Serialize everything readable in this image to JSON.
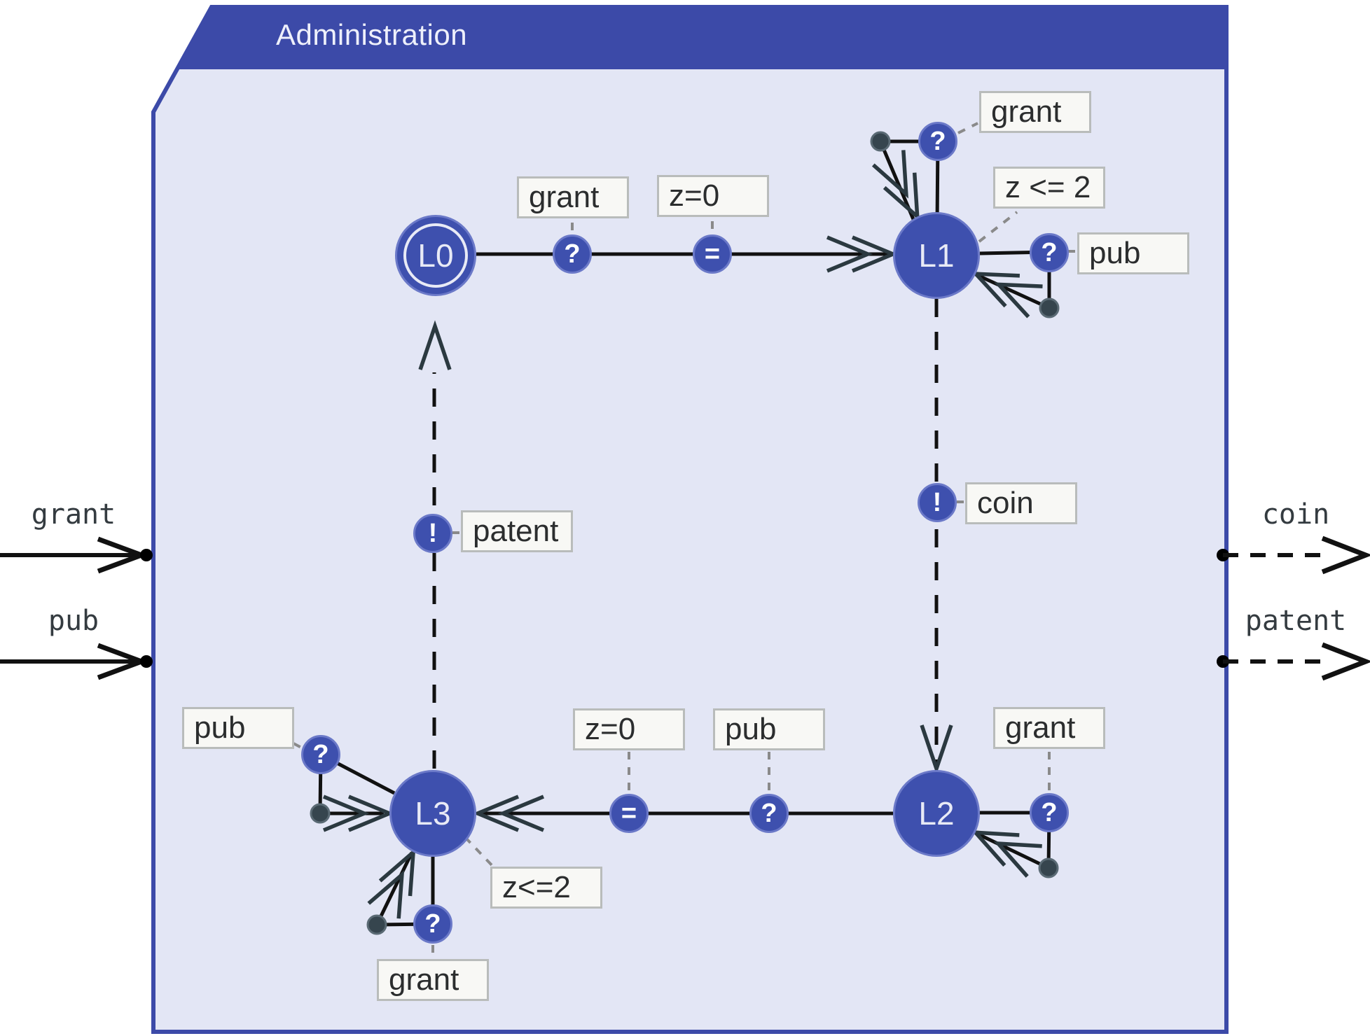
{
  "title": "Administration",
  "colors": {
    "titlebar": "#3c4aa8",
    "panel_bg": "#e3e6f5",
    "node_fill": "#3e50ae",
    "node_border": "#6b79c8",
    "label_box_bg": "#f8f8f5",
    "label_box_border": "#b9bcbb",
    "edge_line": "#111111",
    "arrowhead": "#2b3940",
    "handle_dot": "#36454e",
    "connector_dash": "#8a8a8a",
    "port_text": "#343b40"
  },
  "nodes": [
    {
      "id": "L0",
      "label": "L0",
      "initial": true
    },
    {
      "id": "L1",
      "label": "L1",
      "invariant": "z <= 2"
    },
    {
      "id": "L2",
      "label": "L2"
    },
    {
      "id": "L3",
      "label": "L3",
      "invariant": "z<=2"
    }
  ],
  "symbols": [
    {
      "glyph": "?"
    },
    {
      "glyph": "="
    },
    {
      "glyph": "?"
    },
    {
      "glyph": "?"
    },
    {
      "glyph": "!"
    },
    {
      "glyph": "!"
    },
    {
      "glyph": "="
    },
    {
      "glyph": "?"
    },
    {
      "glyph": "?"
    },
    {
      "glyph": "?"
    },
    {
      "glyph": "?"
    }
  ],
  "labels": [
    {
      "text": "grant"
    },
    {
      "text": "z=0"
    },
    {
      "text": "grant"
    },
    {
      "text": "z <= 2"
    },
    {
      "text": "pub"
    },
    {
      "text": "coin"
    },
    {
      "text": "patent"
    },
    {
      "text": "pub"
    },
    {
      "text": "z<=2"
    },
    {
      "text": "grant"
    },
    {
      "text": "z=0"
    },
    {
      "text": "pub"
    },
    {
      "text": "grant"
    }
  ],
  "ports": {
    "left": [
      {
        "name": "grant",
        "direction": "input"
      },
      {
        "name": "pub",
        "direction": "input"
      }
    ],
    "right": [
      {
        "name": "coin",
        "direction": "output"
      },
      {
        "name": "patent",
        "direction": "output"
      }
    ]
  },
  "edges": [
    {
      "from": "L0",
      "to": "L1",
      "sync": "grant?",
      "update": "z=0",
      "style": "solid"
    },
    {
      "from": "L1",
      "to": "L1",
      "sync": "grant?",
      "style": "self-loop"
    },
    {
      "from": "L1",
      "to": "L1",
      "sync": "pub?",
      "style": "self-loop"
    },
    {
      "from": "L1",
      "to": "L2",
      "sync": "coin!",
      "style": "dashed"
    },
    {
      "from": "L2",
      "to": "L3",
      "update": "z=0",
      "sync": "pub?",
      "style": "solid"
    },
    {
      "from": "L2",
      "to": "L2",
      "sync": "grant?",
      "style": "self-loop"
    },
    {
      "from": "L3",
      "to": "L3",
      "sync": "pub?",
      "style": "self-loop"
    },
    {
      "from": "L3",
      "to": "L3",
      "sync": "grant?",
      "style": "self-loop"
    },
    {
      "from": "L3",
      "to": "L0",
      "sync": "patent!",
      "style": "dashed"
    }
  ]
}
